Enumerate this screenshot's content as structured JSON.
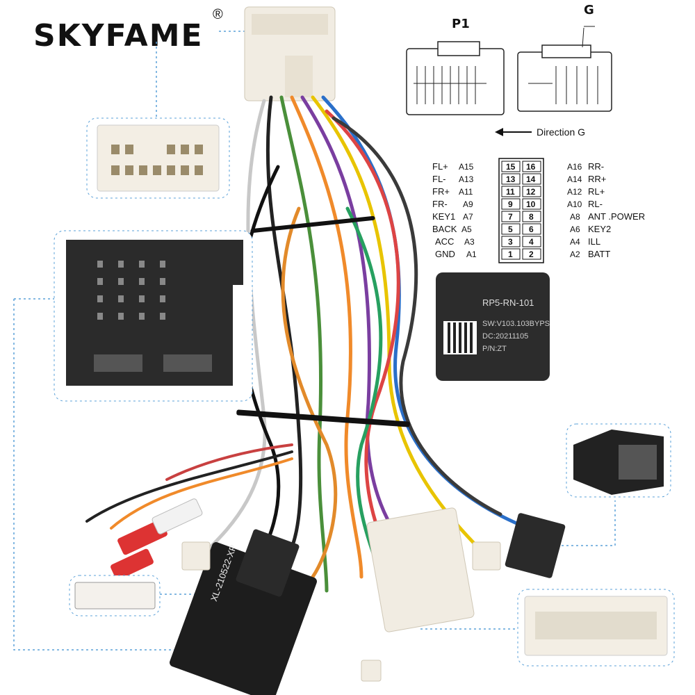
{
  "brand": {
    "name": "SKYFAME",
    "registered": "®"
  },
  "connectors": {
    "p1_label": "P1",
    "g_label": "G",
    "direction_label": "Direction G"
  },
  "pinout": {
    "left_rows": [
      {
        "name": "FL+",
        "code": "A15",
        "pin": "15"
      },
      {
        "name": "FL-",
        "code": "A13",
        "pin": "13"
      },
      {
        "name": "FR+",
        "code": "A11",
        "pin": "11"
      },
      {
        "name": "FR-",
        "code": "A9",
        "pin": "9"
      },
      {
        "name": "KEY1",
        "code": "A7",
        "pin": "7"
      },
      {
        "name": "BACK",
        "code": "A5",
        "pin": "5"
      },
      {
        "name": "ACC",
        "code": "A3",
        "pin": "3"
      },
      {
        "name": "GND",
        "code": "A1",
        "pin": "1"
      }
    ],
    "right_rows": [
      {
        "pin": "16",
        "code": "A16",
        "name": "RR-"
      },
      {
        "pin": "14",
        "code": "A14",
        "name": "RR+"
      },
      {
        "pin": "12",
        "code": "A12",
        "name": "RL+"
      },
      {
        "pin": "10",
        "code": "A10",
        "name": "RL-"
      },
      {
        "pin": "8",
        "code": "A8",
        "name": "ANT .POWER"
      },
      {
        "pin": "6",
        "code": "A6",
        "name": "KEY2"
      },
      {
        "pin": "4",
        "code": "A4",
        "name": "ILL"
      },
      {
        "pin": "2",
        "code": "A2",
        "name": "BATT"
      }
    ]
  },
  "module": {
    "model": "RP5-RN-101",
    "sw": "SW:V103.103BYPS",
    "dc": "DC:20211105",
    "pn": "P/N:ZT"
  },
  "harness_box_label": "XL-210522-XP",
  "colors": {
    "dashed_line": "#5aa0d8",
    "connector_white": "#f1ece2",
    "connector_black": "#2a2a2a"
  }
}
